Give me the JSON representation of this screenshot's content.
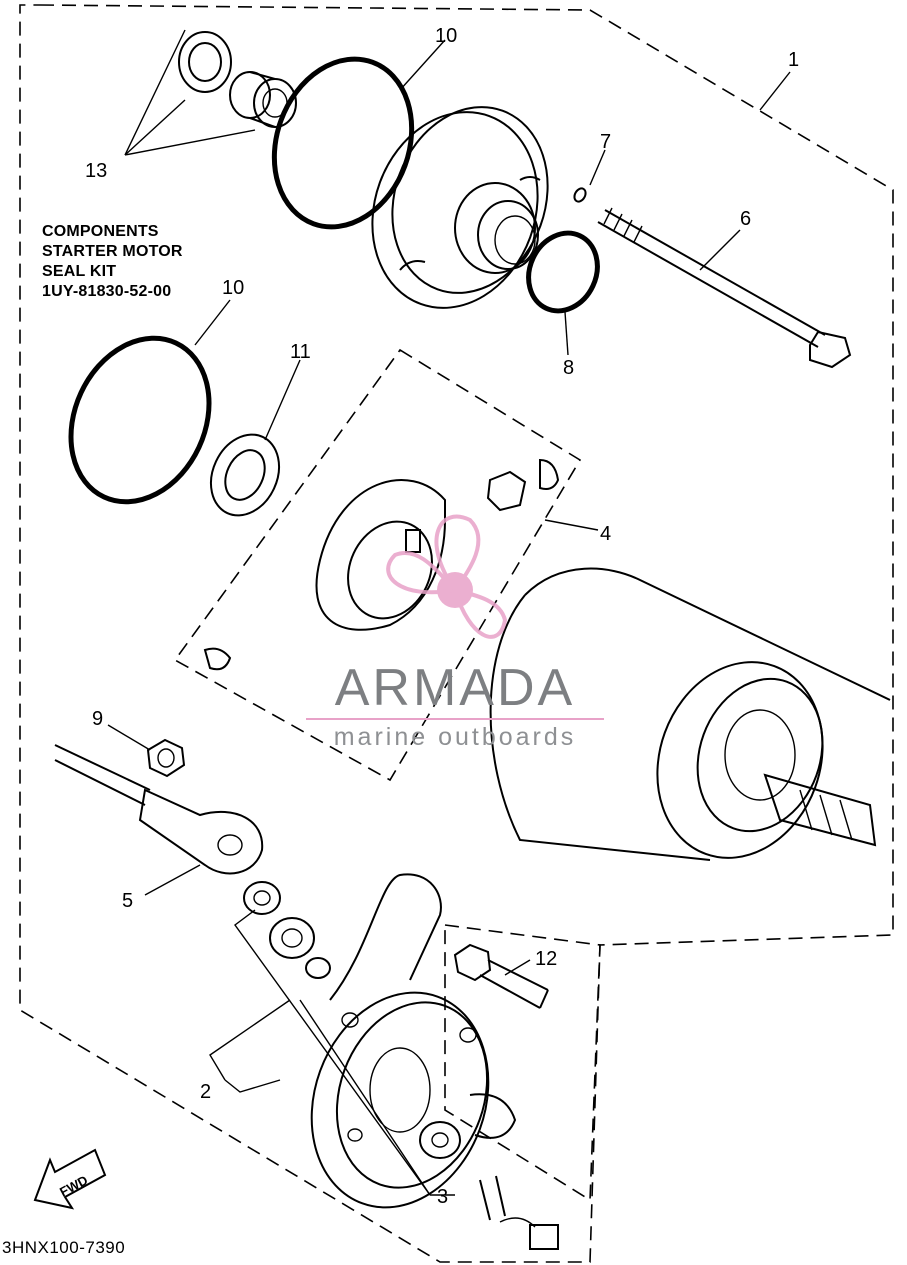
{
  "notes": {
    "line1": "COMPONENTS",
    "line2": "STARTER MOTOR",
    "line3": "SEAL KIT",
    "line4": "1UY-81830-52-00"
  },
  "drawing_code": "3HNX100-7390",
  "fwd_label": "FWD",
  "watermark": {
    "name": "ARMADA",
    "tagline": "marine outboards",
    "accent_color": "#e8a2c8",
    "text_color": "#7d7f82"
  },
  "callouts": {
    "c1": "1",
    "c2": "2",
    "c3": "3",
    "c4": "4",
    "c5": "5",
    "c6": "6",
    "c7": "7",
    "c8": "8",
    "c9": "9",
    "c10a": "10",
    "c10b": "10",
    "c11": "11",
    "c12": "12",
    "c13": "13"
  }
}
